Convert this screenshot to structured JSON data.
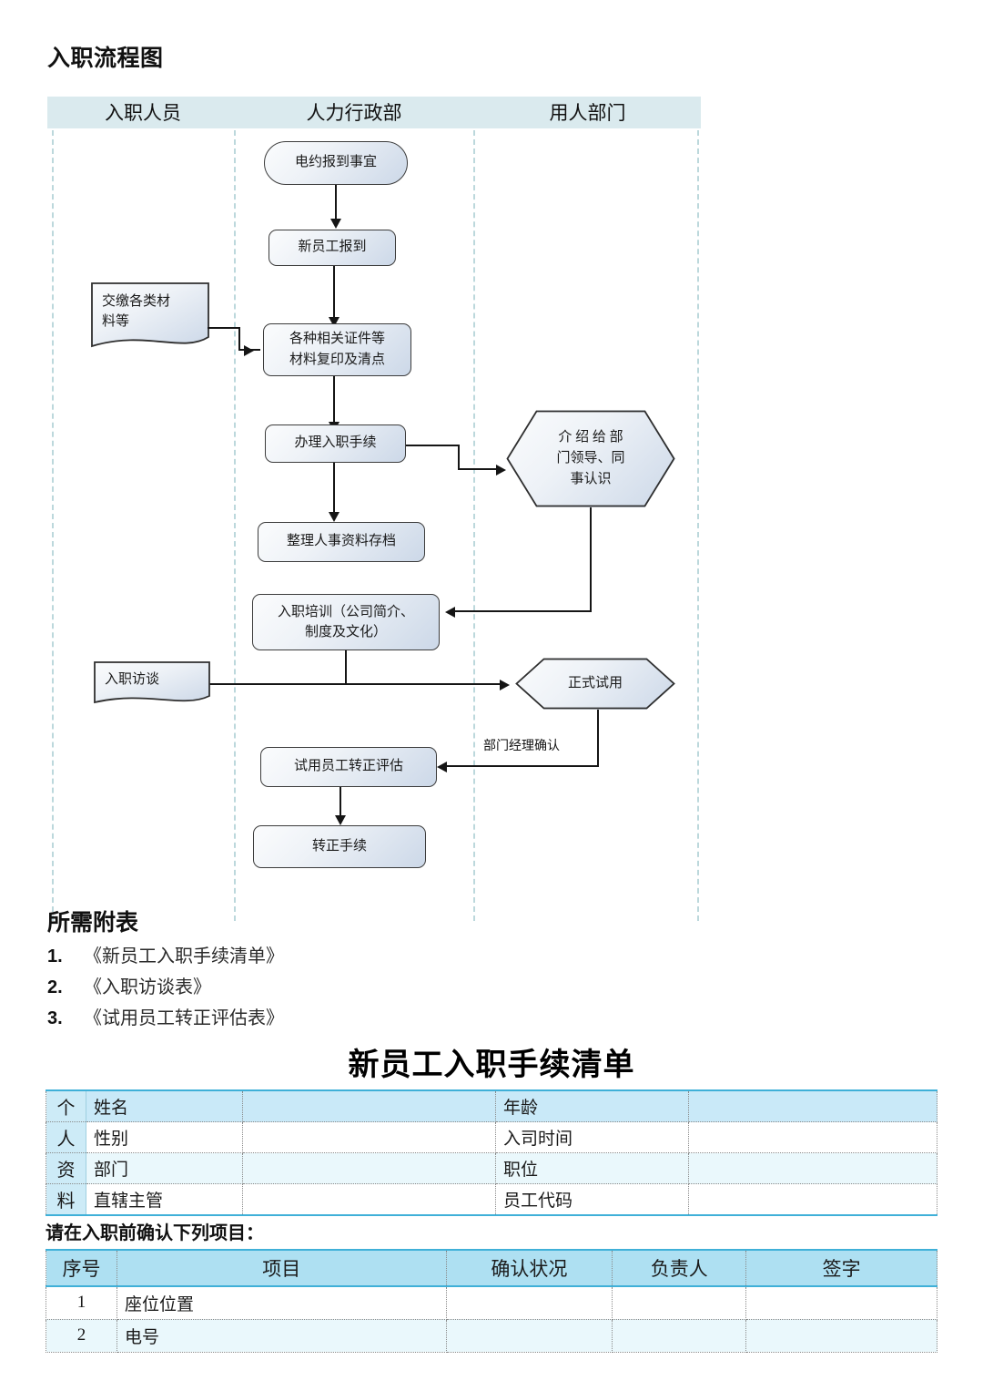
{
  "document": {
    "flow_title": "入职流程图",
    "attachments_title": "所需附表",
    "sheet_title": "新员工入职手续清单",
    "confirm_note": "请在入职前确认下列项目："
  },
  "flowchart": {
    "lanes": [
      {
        "label": "入职人员"
      },
      {
        "label": "人力行政部"
      },
      {
        "label": "用人部门"
      }
    ],
    "nodes": [
      {
        "id": "n1",
        "label": "电约报到事宜",
        "shape": "pill",
        "lane": 1
      },
      {
        "id": "n2",
        "label": "新员工报到",
        "shape": "rrect",
        "lane": 1
      },
      {
        "id": "n3",
        "label": "交缴各类材料等",
        "shape": "doc",
        "lane": 0
      },
      {
        "id": "n4",
        "label": "各种相关证件等材料复印及清点",
        "shape": "rrect",
        "lane": 1
      },
      {
        "id": "n5",
        "label": "办理入职手续",
        "shape": "rrect",
        "lane": 1
      },
      {
        "id": "n6",
        "label": "介绍给部门领导、同事认识",
        "shape": "hex",
        "lane": 2
      },
      {
        "id": "n7",
        "label": "整理人事资料存档",
        "shape": "rrect",
        "lane": 1
      },
      {
        "id": "n8",
        "label": "入职培训（公司简介、制度及文化）",
        "shape": "rrect",
        "lane": 1
      },
      {
        "id": "n9",
        "label": "入职访谈",
        "shape": "doc",
        "lane": 0
      },
      {
        "id": "n10",
        "label": "正式试用",
        "shape": "hex",
        "lane": 2
      },
      {
        "id": "n11",
        "label": "试用员工转正评估",
        "shape": "rrect",
        "lane": 1
      },
      {
        "id": "n12",
        "label": "转正手续",
        "shape": "rrect",
        "lane": 1
      }
    ],
    "node_text": {
      "n4_line1": "各种相关证件等",
      "n4_line2": "材料复印及清点",
      "n6_line1": "介 绍 给 部",
      "n6_line2": "门领导、同",
      "n6_line3": "事认识",
      "n8_line1": "入职培训（公司简介、",
      "n8_line2": "制度及文化）",
      "n3_line1": "交缴各类材",
      "n3_line2": "料等"
    },
    "edge_labels": [
      {
        "id": "e_mgr_confirm",
        "label": "部门经理确认"
      }
    ]
  },
  "attachments": [
    {
      "num": "1.",
      "label": "《新员工入职手续清单》"
    },
    {
      "num": "2.",
      "label": "《入职访谈表》"
    },
    {
      "num": "3.",
      "label": "《试用员工转正评估表》"
    }
  ],
  "personal_info": {
    "side_label_chars": [
      "个",
      "人",
      "资",
      "料"
    ],
    "rows": [
      {
        "key1": "姓名",
        "val1": "",
        "key2": "年龄",
        "val2": ""
      },
      {
        "key1": "性别",
        "val1": "",
        "key2": "入司时间",
        "val2": ""
      },
      {
        "key1": "部门",
        "val1": "",
        "key2": "职位",
        "val2": ""
      },
      {
        "key1": "直辖主管",
        "val1": "",
        "key2": "员工代码",
        "val2": ""
      }
    ]
  },
  "checklist": {
    "headers": [
      "序号",
      "项目",
      "确认状况",
      "负责人",
      "签字"
    ],
    "rows": [
      {
        "no": "1",
        "item": "座位位置",
        "status": "",
        "owner": "",
        "sign": ""
      },
      {
        "no": "2",
        "item": "电号",
        "status": "",
        "owner": "",
        "sign": ""
      }
    ]
  },
  "colors": {
    "lane_header_bg": "#daeaee",
    "lane_divider": "#bcd8dc",
    "table_header_bg": "#aee0f2",
    "table_rule": "#3fb0d8",
    "row_tint": "#eaf8fc",
    "side_label_bg": "#cdebf7",
    "node_stroke": "#3c3c3c"
  }
}
